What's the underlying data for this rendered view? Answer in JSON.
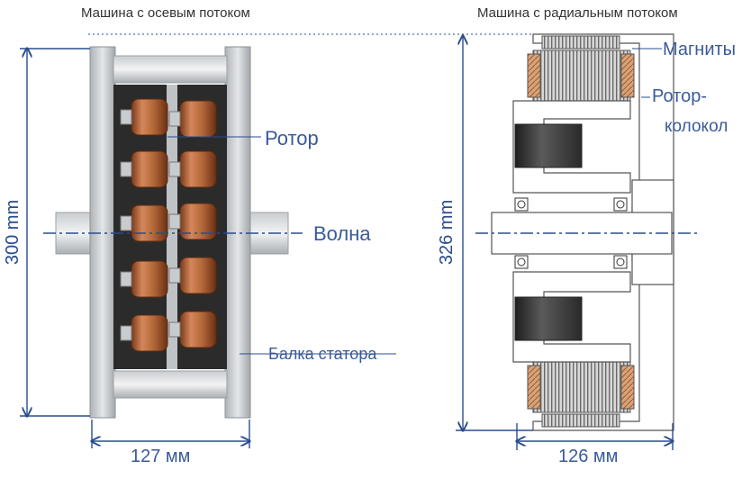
{
  "titles": {
    "axial": "Машина с осевым потоком",
    "radial": "Машина с радиальным потоком"
  },
  "axial": {
    "height_label": "300 mm",
    "width_label": "127 мм",
    "labels": {
      "rotor": "Ротор",
      "shaft": "Волна",
      "stator_beam": "Балка статора"
    }
  },
  "radial": {
    "height_label": "326 mm",
    "width_label": "126 мм",
    "labels": {
      "magnets": "Магниты",
      "rotor_bell_line1": "Ротор-",
      "rotor_bell_line2": "колокол"
    }
  },
  "colors": {
    "dimension_line": "#2a4d8f",
    "label_text": "#3a5a9a",
    "copper": "#b5693a",
    "steel": "#cfd3d6",
    "dark_magnet": "#3a3a3a"
  }
}
